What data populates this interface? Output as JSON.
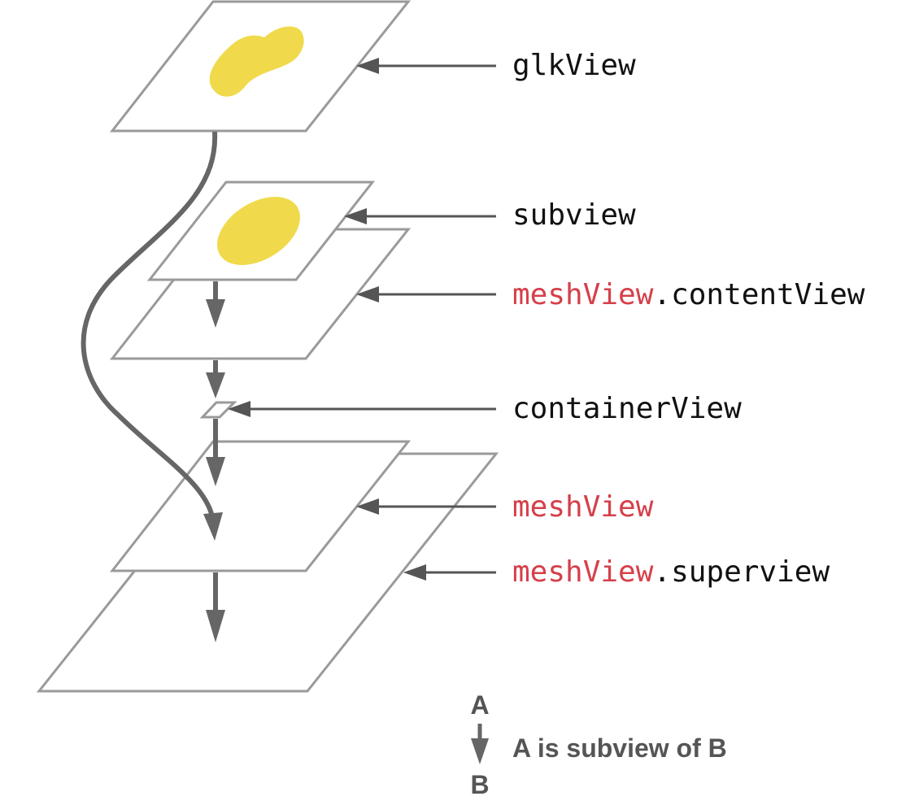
{
  "labels": {
    "glkview": "glkView",
    "subview": "subview",
    "content_view_prefix": "meshView",
    "content_view_suffix": ".contentView",
    "container_view": "containerView",
    "mesh_view": "meshView",
    "superview_prefix": "meshView",
    "superview_suffix": ".superview"
  },
  "legend": {
    "a": "A",
    "b": "B",
    "description": "A is subview of B"
  },
  "colors": {
    "highlight_red": "#d5404a",
    "blob_yellow": "#f0da4c",
    "plane_stroke": "#9a9a9a"
  }
}
